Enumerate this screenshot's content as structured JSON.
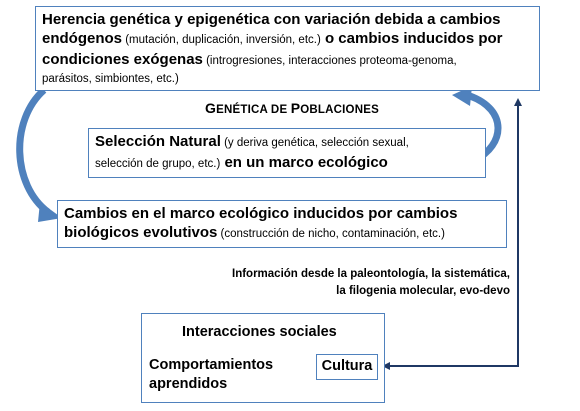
{
  "top_box": {
    "line1_bold": "Herencia genética y epigenética con variación debida a cambios",
    "line2_bold": "endógenos",
    "line2_paren": " (mutación, duplicación, inversión, etc.)",
    "line2_bold_end": " o cambios inducidos por",
    "line3_bold": "condiciones exógenas",
    "line3_paren": " (introgresiones, interacciones proteoma-genoma,",
    "line4_paren": "parásitos, simbiontes, etc.)"
  },
  "heading": {
    "g_cap": "G",
    "g_rest": "ENÉTICA DE ",
    "p_cap": "P",
    "p_rest": "OBLACIONES"
  },
  "selection_box": {
    "bold_start": "Selección Natural",
    "paren1": " (y deriva genética, selección sexual,",
    "paren2": "selección de grupo, etc.)",
    "bold_end": " en un marco ecológico"
  },
  "env_box": {
    "line1_bold": "Cambios en el marco ecológico inducidos por cambios",
    "line2_bold": "biológicos evolutivos",
    "line2_paren": " (construcción de nicho, contaminación, etc.)"
  },
  "info_text": {
    "line1": "Información desde la paleontología, la sistemática,",
    "line2": "la filogenia molecular, evo-devo"
  },
  "social_box": {
    "title": "Interacciones sociales",
    "behavior_line1": "Comportamientos",
    "behavior_line2": "aprendidos",
    "culture": "Cultura"
  },
  "colors": {
    "box_border": "#4f81bd",
    "curved_arrow": "#4f81bd",
    "line_arrow": "#1f3864"
  }
}
